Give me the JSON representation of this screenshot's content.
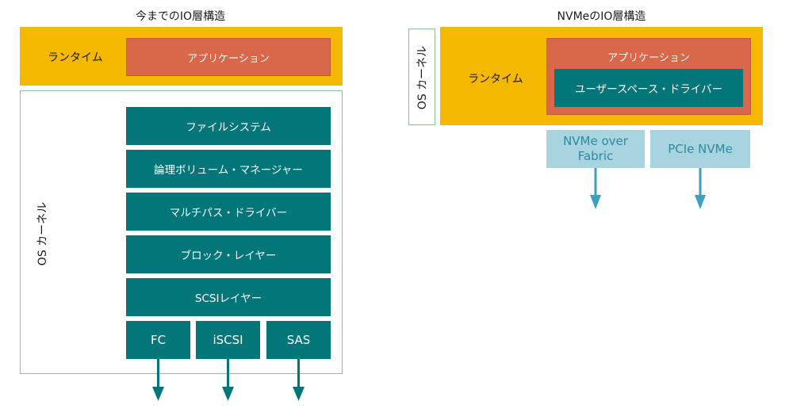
{
  "left": {
    "title": "今までのIO層構造",
    "runtime_label": "ランタイム",
    "application_label": "アプリケーション",
    "kernel_label": "OS カーネル",
    "layers": [
      "ファイルシステム",
      "論理ボリューム・マネージャー",
      "マルチパス・ドライバー",
      "ブロック・レイヤー",
      "SCSIレイヤー"
    ],
    "transports": [
      "FC",
      "iSCSI",
      "SAS"
    ]
  },
  "right": {
    "title": "NVMeのIO層構造",
    "kernel_label": "OS カーネル",
    "runtime_label": "ランタイム",
    "application_label": "アプリケーション",
    "driver_label": "ユーザースペース・ドライバー",
    "transports": [
      "NVMe over\nFabric",
      "PCIe NVMe"
    ]
  },
  "colors": {
    "runtime": "#f5b800",
    "application": "#d9684a",
    "layer": "#03767a",
    "transport_light": "#a8d4df",
    "arrow_dark": "#03767a",
    "arrow_light": "#3f9fbf",
    "kernel_border": "#8cc08c"
  }
}
